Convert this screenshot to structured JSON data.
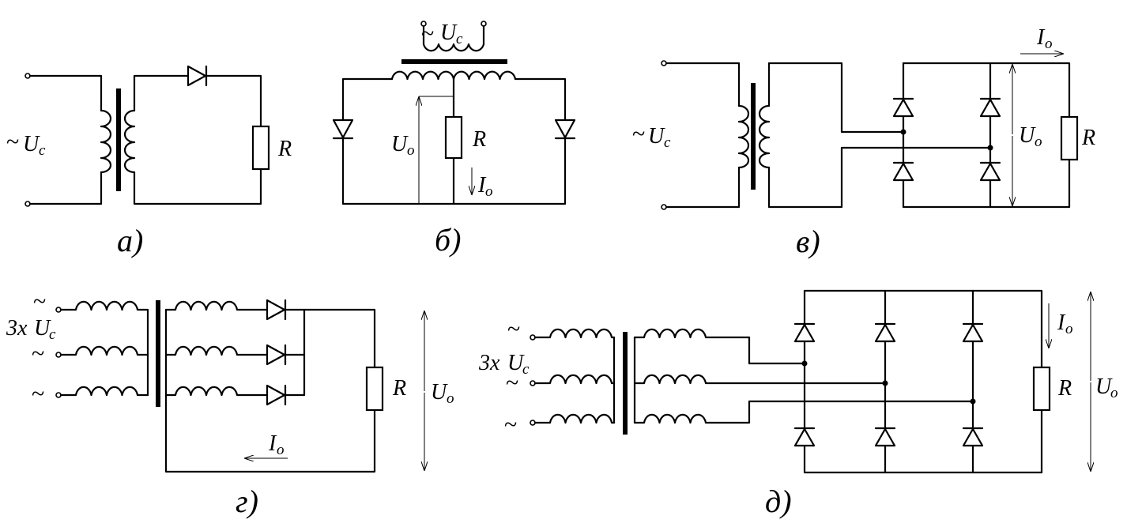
{
  "labels": {
    "R": "R",
    "U": "U",
    "I": "I",
    "sub_c": "c",
    "sub_o": "o",
    "tilde": "~",
    "three_x": "3x"
  },
  "captions": {
    "a": "а)",
    "b": "б)",
    "v": "в)",
    "g": "г)",
    "d": "д)"
  }
}
